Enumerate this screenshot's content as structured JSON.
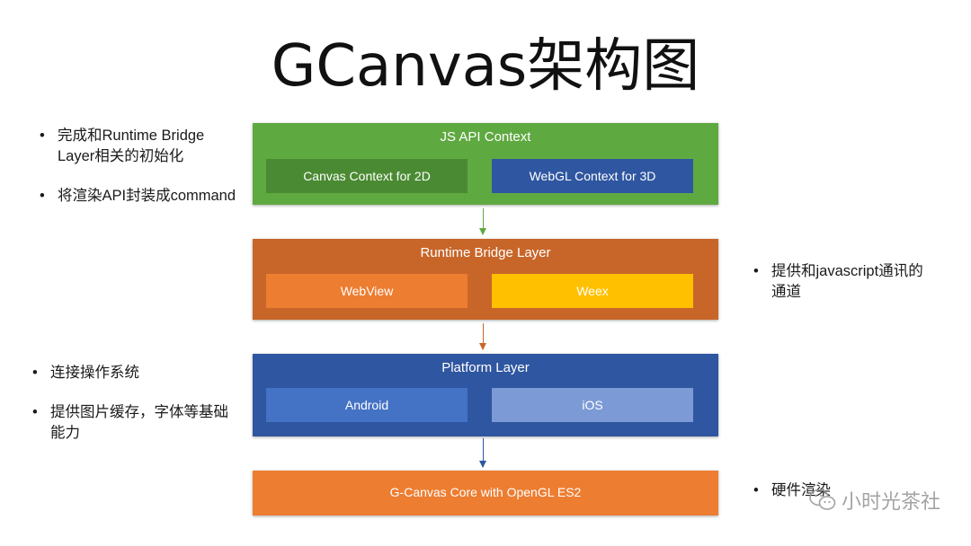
{
  "title": "GCanvas架构图",
  "layers": {
    "js_api": {
      "title": "JS API Context",
      "left_item": "Canvas Context for 2D",
      "right_item": "WebGL Context for 3D",
      "color": "#5fa941",
      "left_color": "#4a8a33",
      "right_color": "#2f56a0"
    },
    "runtime_bridge": {
      "title": "Runtime Bridge Layer",
      "left_item": "WebView",
      "right_item": "Weex",
      "color": "#c8662a",
      "left_color": "#ed7d31",
      "right_color": "#ffc000"
    },
    "platform": {
      "title": "Platform Layer",
      "left_item": "Android",
      "right_item": "iOS",
      "color": "#2f56a0",
      "left_color": "#4472c4",
      "right_color": "#7c9ad6"
    },
    "core": {
      "title": "G-Canvas Core with OpenGL ES2",
      "color": "#ed7d31"
    }
  },
  "notes": {
    "js_api": [
      "完成和Runtime Bridge Layer相关的初始化",
      "将渲染API封装成command"
    ],
    "runtime_bridge": [
      "提供和javascript通讯的通道"
    ],
    "platform": [
      "连接操作系统",
      "提供图片缓存，字体等基础能力"
    ],
    "core": [
      "硬件渲染"
    ]
  },
  "arrows": {
    "js_to_runtime": "#5fa941",
    "runtime_to_platform": "#c8662a",
    "platform_to_core": "#2f56a0"
  },
  "watermark": {
    "text": "小时光茶社",
    "icon": "wechat-icon"
  }
}
